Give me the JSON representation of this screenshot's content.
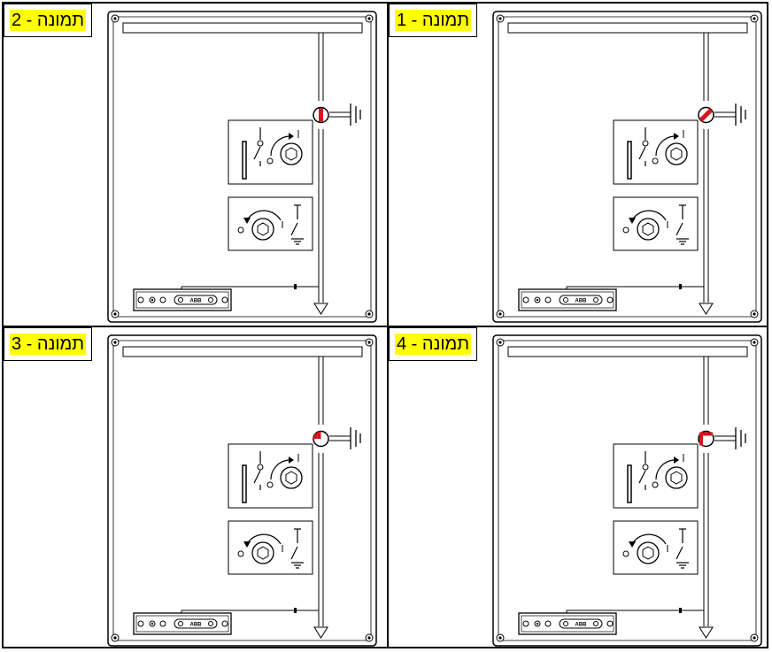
{
  "panels": [
    {
      "id": "panel-1",
      "label": "תמונה - 1",
      "indicator": "diagonal"
    },
    {
      "id": "panel-2",
      "label": "תמונה - 2",
      "indicator": "vertical"
    },
    {
      "id": "panel-3",
      "label": "תמונה - 3",
      "indicator": "quarter"
    },
    {
      "id": "panel-4",
      "label": "תמונה - 4",
      "indicator": "corner"
    }
  ],
  "badge_text": "ABB",
  "colors": {
    "indicator_red": "#d8141e",
    "highlight": "#ffff00",
    "line": "#000000"
  }
}
